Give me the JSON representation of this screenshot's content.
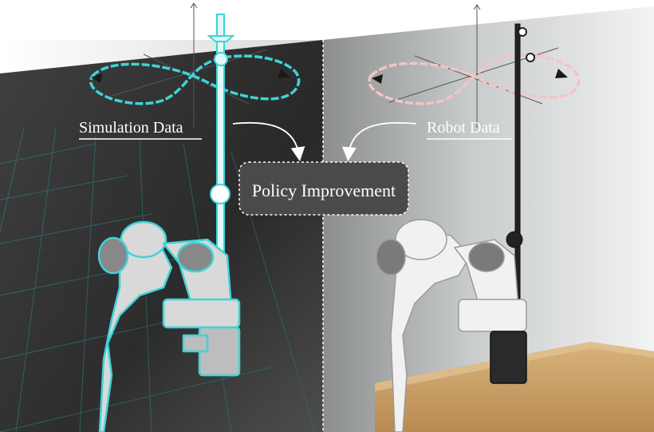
{
  "labels": {
    "left": "Simulation Data",
    "right": "Robot Data",
    "center": "Policy Improvement"
  },
  "colors": {
    "sim_trajectory": "#3fd3d6",
    "robot_trajectory": "#f4c4c4",
    "sim_bg_dark": "#3a3a3a",
    "robot_bg_light": "#e9ecec",
    "box_fill": "#4a4a4a",
    "table_wood": "#c9a06a"
  },
  "icons": {
    "sim_arm": "robot-arm-wireframe-icon",
    "real_arm": "robot-arm-photo-icon",
    "sim_axes": "xyz-axes-icon",
    "real_axes": "xyz-axes-icon"
  }
}
